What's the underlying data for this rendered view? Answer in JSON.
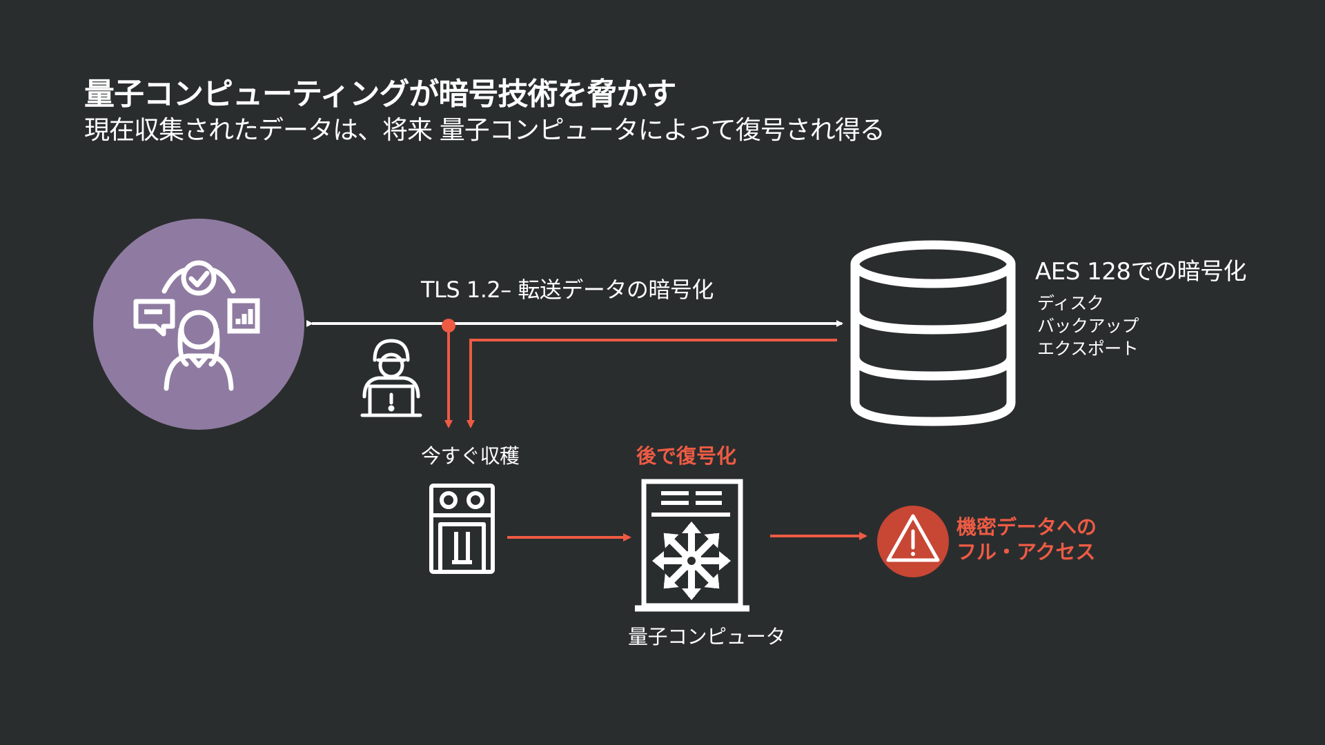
{
  "slide": {
    "title": "量子コンピューティングが暗号技術を脅かす",
    "subtitle": "現在収集されたデータは、将来 量子コンピュータによって復号され得る"
  },
  "diagram": {
    "tls_label": "TLS 1.2– 転送データの暗号化",
    "storage": {
      "title": "AES 128での暗号化",
      "items": [
        "ディスク",
        "バックアップ",
        "エクスポート"
      ]
    },
    "harvest_label": "今すぐ収穫",
    "decrypt_label": "後で復号化",
    "quantum_label": "量子コンピュータ",
    "access_label": [
      "機密データへの",
      "フル・アクセス"
    ]
  },
  "colors": {
    "background": "#2a2d2e",
    "user_circle": "#8f7ba1",
    "threat": "#ee5b44",
    "warning_circle": "#c74634",
    "line": "#ffffff"
  },
  "icons": [
    "user-check-icon",
    "chat-icon",
    "chart-icon",
    "hacker-icon",
    "database-icon",
    "tape-drive-icon",
    "quantum-computer-icon",
    "warning-icon"
  ]
}
